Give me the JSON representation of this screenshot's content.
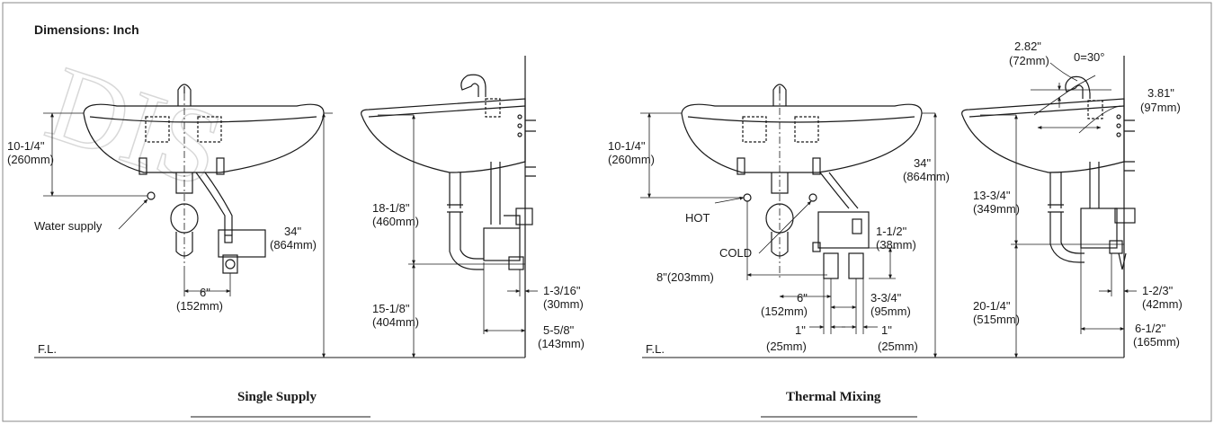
{
  "header": {
    "title": "Dimensions: Inch"
  },
  "watermark": "DIS",
  "colors": {
    "line": "#1a1a1a",
    "frame": "#888888",
    "watermark": "#d8d8d8"
  },
  "single": {
    "caption": "Single Supply",
    "height_in": "10-1/4\"",
    "height_mm": "(260mm)",
    "water_supply": "Water supply",
    "total_in": "34\"",
    "total_mm": "(864mm)",
    "width_in": "6\"",
    "width_mm": "(152mm)",
    "fl": "F.L.",
    "side_upper_in": "18-1/8\"",
    "side_upper_mm": "(460mm)",
    "side_lower_in": "15-1/8\"",
    "side_lower_mm": "(404mm)",
    "depth1_in": "1-3/16\"",
    "depth1_mm": "(30mm)",
    "depth2_in": "5-5/8\"",
    "depth2_mm": "(143mm)"
  },
  "thermal": {
    "caption": "Thermal Mixing",
    "height_in": "10-1/4\"",
    "height_mm": "(260mm)",
    "hot": "HOT",
    "cold": "COLD",
    "offset": "8\"(203mm)",
    "width_in": "6\"",
    "width_mm": "(152mm)",
    "valve_h_in": "1-1/2\"",
    "valve_h_mm": "(38mm)",
    "valve_w_in": "3-3/4\"",
    "valve_w_mm": "(95mm)",
    "pipe_l_in": "1\"",
    "pipe_l_mm": "(25mm)",
    "pipe_r_in": "1\"",
    "pipe_r_mm": "(25mm)",
    "total_in": "34\"",
    "total_mm": "(864mm)",
    "fl": "F.L.",
    "spout_in": "2.82\"",
    "spout_mm": "(72mm)",
    "angle": "0=30°",
    "reach_in": "3.81\"",
    "reach_mm": "(97mm)",
    "side_upper_in": "13-3/4\"",
    "side_upper_mm": "(349mm)",
    "side_lower_in": "20-1/4\"",
    "side_lower_mm": "(515mm)",
    "depth1_in": "1-2/3\"",
    "depth1_mm": "(42mm)",
    "depth2_in": "6-1/2\"",
    "depth2_mm": "(165mm)"
  }
}
